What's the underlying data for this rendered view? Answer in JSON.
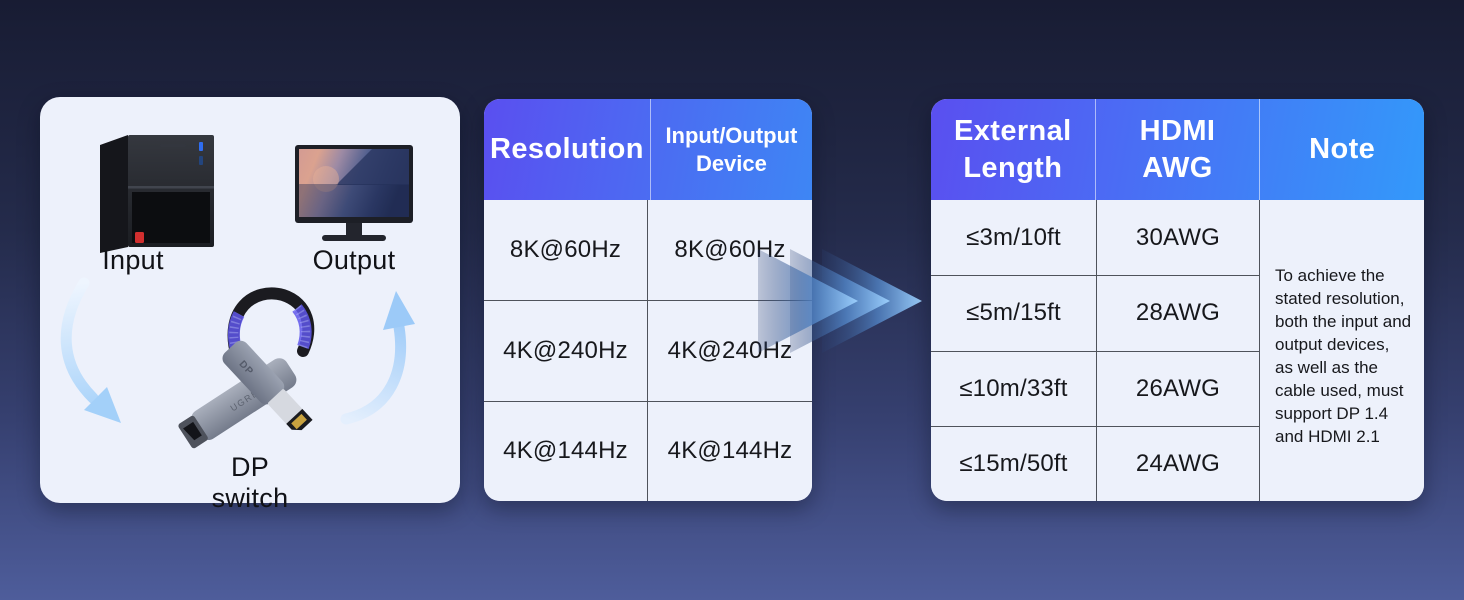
{
  "colors": {
    "bg_top": "#181c33",
    "bg_mid1": "#242b4b",
    "bg_mid2": "#364070",
    "bg_bottom": "#4e5d9b",
    "card_bg": "#edf1fb",
    "header_purple": "#5a4ff0",
    "header_blue": "#3e86f4",
    "header_blue_light": "#3399fa",
    "divider": "#4f535b",
    "header_divider": "rgba(255,255,255,0.55)",
    "arrow_blue": "#9ecdf9",
    "led_purple": "#5e56ea"
  },
  "diagram": {
    "input_label": "Input",
    "output_label": "Output",
    "switch_label": "DP switch",
    "adapter_port_label": "DP",
    "adapter_brand_label": "UGREEN"
  },
  "resolution_table": {
    "headers": [
      "Resolution",
      "Input/Output Device"
    ],
    "rows": [
      [
        "8K@60Hz",
        "8K@60Hz"
      ],
      [
        "4K@240Hz",
        "4K@240Hz"
      ],
      [
        "4K@144Hz",
        "4K@144Hz"
      ]
    ]
  },
  "awg_table": {
    "headers": [
      "External Length",
      "HDMI AWG",
      "Note"
    ],
    "rows": [
      [
        "≤3m/10ft",
        "30AWG"
      ],
      [
        "≤5m/15ft",
        "28AWG"
      ],
      [
        "≤10m/33ft",
        "26AWG"
      ],
      [
        "≤15m/50ft",
        "24AWG"
      ]
    ],
    "note": "To achieve the stated resolution, both the input and output devices, as well as the cable used, must support DP 1.4 and HDMI 2.1"
  }
}
